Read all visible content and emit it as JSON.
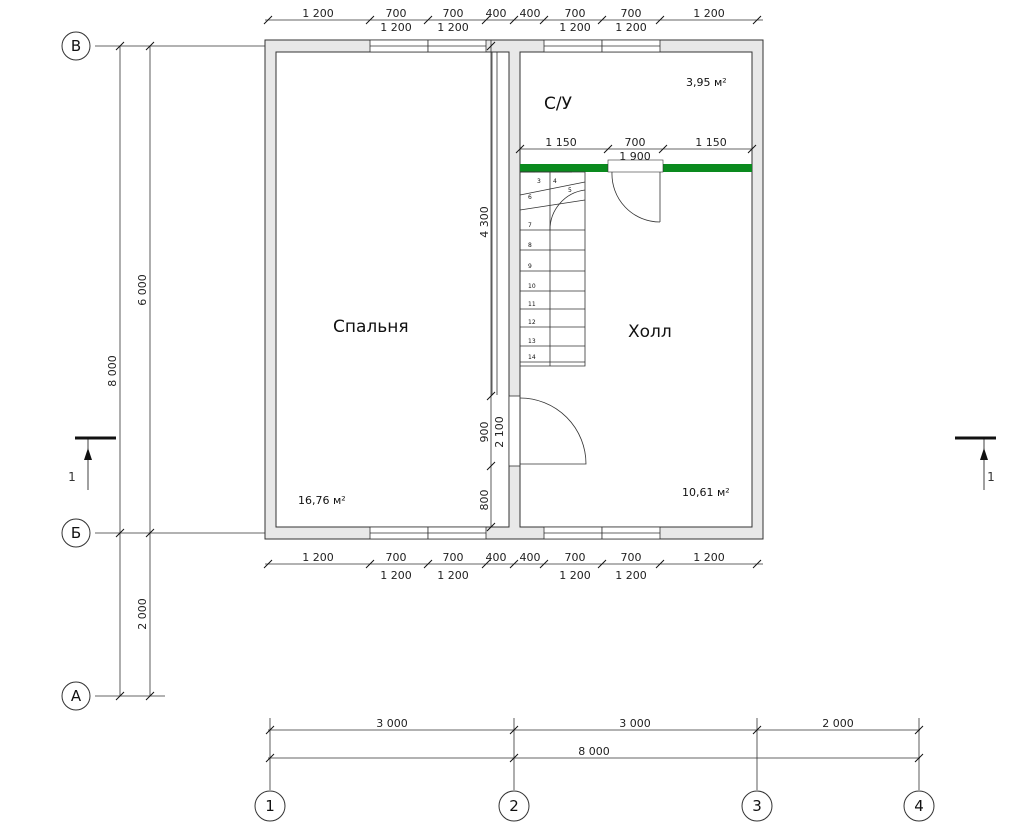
{
  "rooms": {
    "bedroom": {
      "name": "Спальня",
      "area": "16,76 м²"
    },
    "bathroom": {
      "name": "С/У",
      "area": "3,95 м²"
    },
    "hall": {
      "name": "Холл",
      "area": "10,61 м²"
    }
  },
  "dims_top_outer": [
    "1 200",
    "700",
    "700",
    "400",
    "400",
    "700",
    "700",
    "1 200"
  ],
  "dims_top_inner": [
    "1 200",
    "1 200",
    "1 200",
    "1 200"
  ],
  "dims_bottom_outer": [
    "1 200",
    "700",
    "700",
    "400",
    "400",
    "700",
    "700",
    "1 200"
  ],
  "dims_bottom_inner": [
    "1 200",
    "1 200",
    "1 200",
    "1 200"
  ],
  "dims_partition": [
    "1 150",
    "700",
    "1 150"
  ],
  "dim_partition_total": "1 900",
  "dim_wall_vertical": "4 300",
  "dims_door_vertical": [
    "900",
    "2 100",
    "800"
  ],
  "dims_left_inner": [
    "6 000",
    "2 000"
  ],
  "dim_left_total": "8 000",
  "dims_bottom_axes": [
    "3 000",
    "3 000",
    "2 000"
  ],
  "dim_bottom_total": "8 000",
  "axes_columns": [
    "1",
    "2",
    "3",
    "4"
  ],
  "axes_rows": [
    "В",
    "Б",
    "А"
  ],
  "section_marks": [
    "1",
    "1"
  ],
  "stair_steps": [
    "3",
    "4",
    "5",
    "6",
    "7",
    "8",
    "9",
    "10",
    "11",
    "12",
    "13",
    "14"
  ],
  "colors": {
    "wall_fill": "#e8e8e8",
    "partition": "#0a8a1e",
    "line": "#333333"
  }
}
